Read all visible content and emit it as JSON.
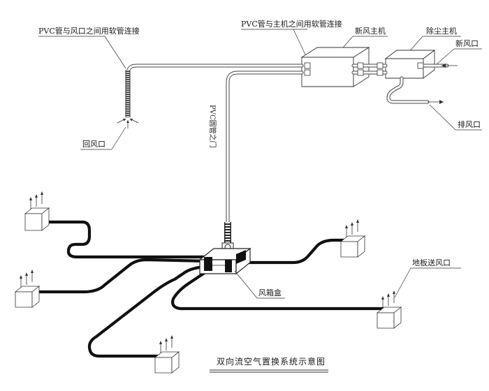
{
  "labels": {
    "pvc_outlet_hose": "PVC管与风口之间用软管连接",
    "pvc_host_hose": "PVC管与主机之间用软管连接",
    "fresh_air_unit": "新风主机",
    "dust_unit": "除尘主机",
    "fresh_air_inlet": "新风口",
    "exhaust_outlet": "排风口",
    "return_outlet": "回风口",
    "pvc_pipe": "PVC圆管之门",
    "plenum_box": "风箱盒",
    "floor_outlet": "地板送风口"
  },
  "caption": "双向流空气置换系统示意图",
  "colors": {
    "line": "#333333",
    "duct": "#111111"
  }
}
